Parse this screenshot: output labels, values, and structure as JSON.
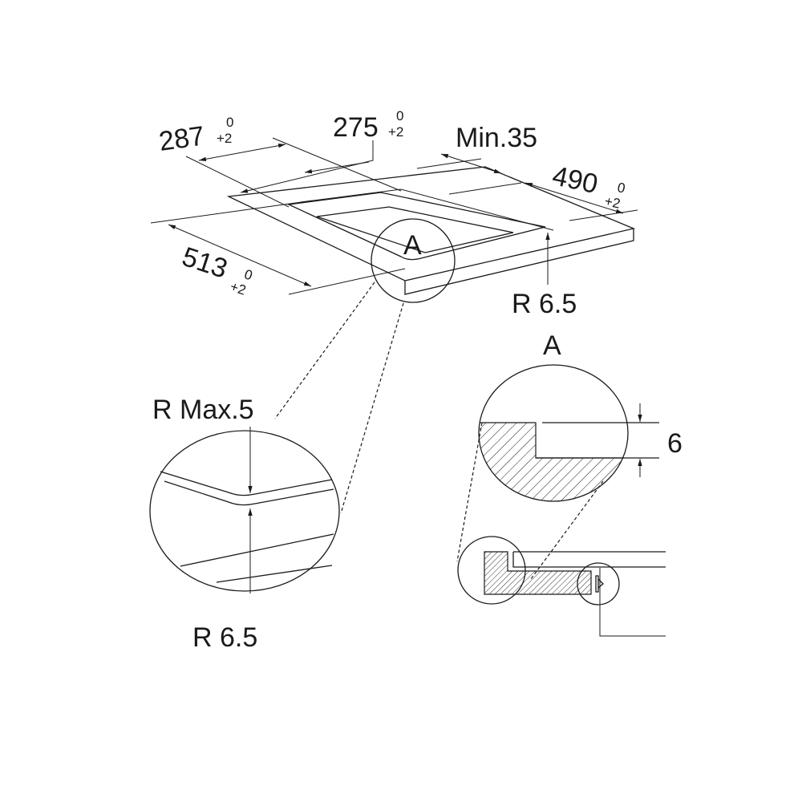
{
  "title": "Worktop cut-out installation drawing",
  "dimensions": {
    "d287": {
      "value": "287",
      "upper": "0",
      "lower": "+2"
    },
    "d275": {
      "value": "275",
      "upper": "0",
      "lower": "+2"
    },
    "min35": "Min.35",
    "d490": {
      "value": "490",
      "upper": "0",
      "lower": "+2"
    },
    "d513": {
      "value": "513",
      "upper": "0",
      "lower": "+2"
    },
    "r65_top": "R 6.5"
  },
  "detail_marker": "A",
  "detail_left": {
    "r_max": "R Max.5",
    "r65": "R 6.5"
  },
  "detail_right": {
    "label": "A",
    "depth": "6"
  },
  "colors": {
    "line": "#1a1a1a",
    "background": "#ffffff"
  }
}
